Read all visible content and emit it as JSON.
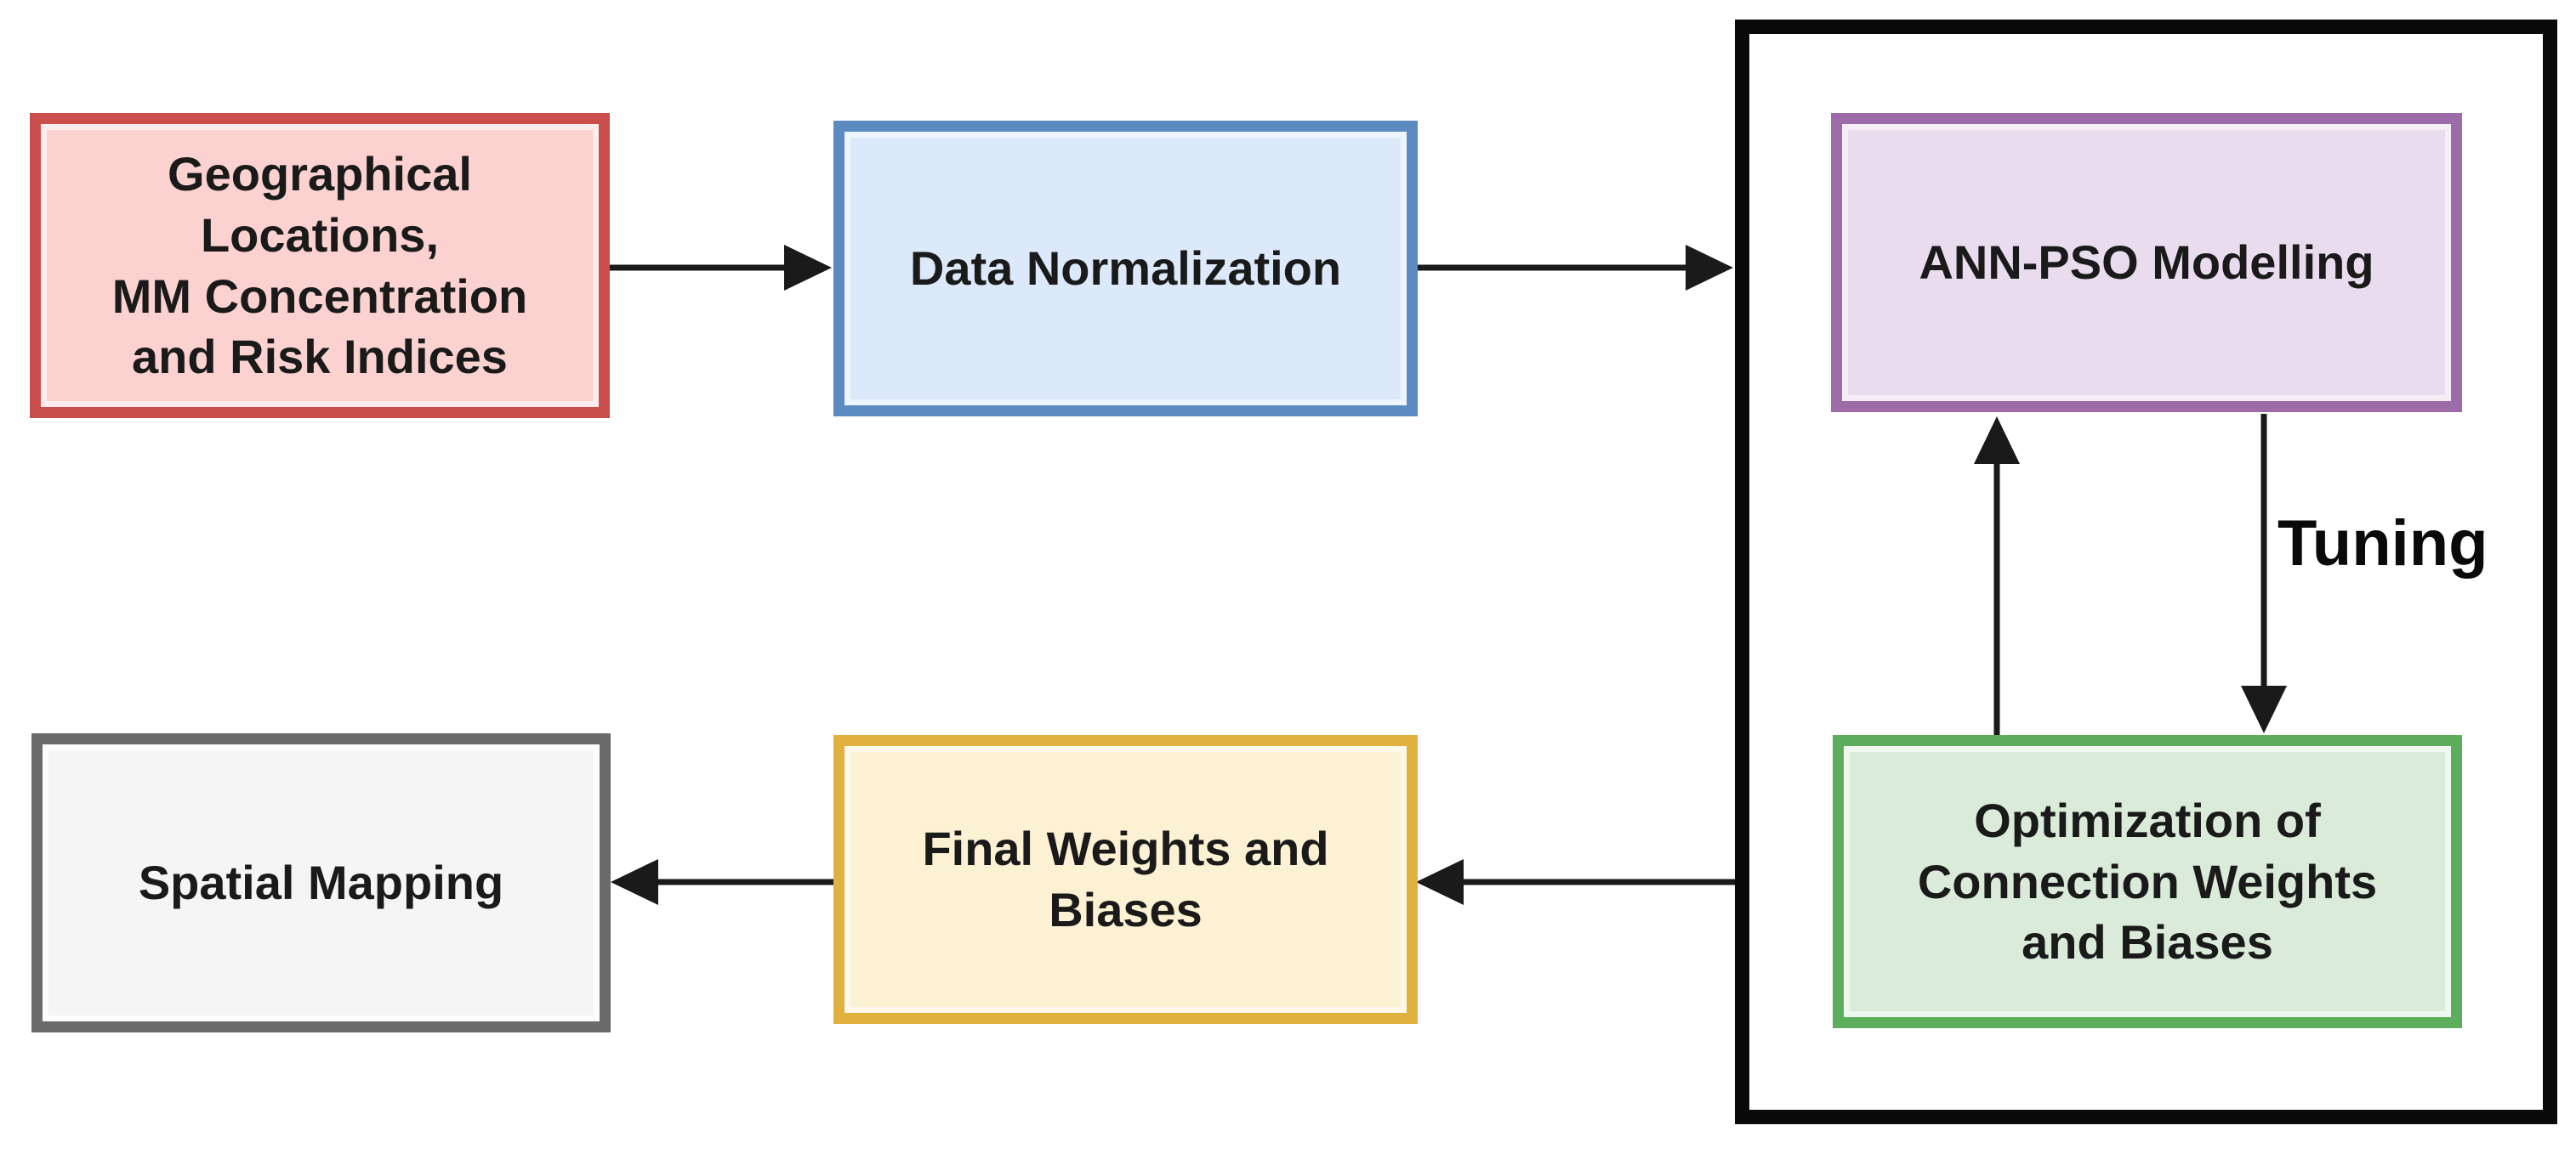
{
  "diagram": {
    "title": "ANN-PSO modelling workflow flowchart",
    "background_color": "#ffffff",
    "nodes": [
      {
        "id": "geo-inputs",
        "label": "Geographical\nLocations,\nMM Concentration\nand Risk Indices",
        "fill": "#FBD2D0",
        "stroke": "#C94F4C"
      },
      {
        "id": "data-normalization",
        "label": "Data Normalization",
        "fill": "#DCE9FB",
        "stroke": "#5B8BC0"
      },
      {
        "id": "ann-pso-modelling",
        "label": "ANN-PSO Modelling",
        "fill": "#E9DCEE",
        "stroke": "#9C6CA8"
      },
      {
        "id": "optimization",
        "label": "Optimization of\nConnection Weights\nand Biases",
        "fill": "#DAEBDA",
        "stroke": "#5CAD5C"
      },
      {
        "id": "final-weights",
        "label": "Final Weights and\nBiases",
        "fill": "#FCF1D3",
        "stroke": "#E0B13F"
      },
      {
        "id": "spatial-mapping",
        "label": "Spatial Mapping",
        "fill": "#F5F5F5",
        "stroke": "#6A6A6A"
      }
    ],
    "container": {
      "id": "ann-pso-loop-container",
      "stroke": "#0a0a0a",
      "contains": [
        "ann-pso-modelling",
        "optimization"
      ]
    },
    "edges": [
      {
        "from": "geo-inputs",
        "to": "data-normalization",
        "label": ""
      },
      {
        "from": "data-normalization",
        "to": "ann-pso-loop-container",
        "label": ""
      },
      {
        "from": "optimization",
        "to": "ann-pso-modelling",
        "label": ""
      },
      {
        "from": "ann-pso-modelling",
        "to": "optimization",
        "label": "Tuning"
      },
      {
        "from": "ann-pso-loop-container",
        "to": "final-weights",
        "label": ""
      },
      {
        "from": "final-weights",
        "to": "spatial-mapping",
        "label": ""
      }
    ],
    "labels": {
      "tuning": "Tuning"
    },
    "arrow_color": "#1a1a1a"
  }
}
